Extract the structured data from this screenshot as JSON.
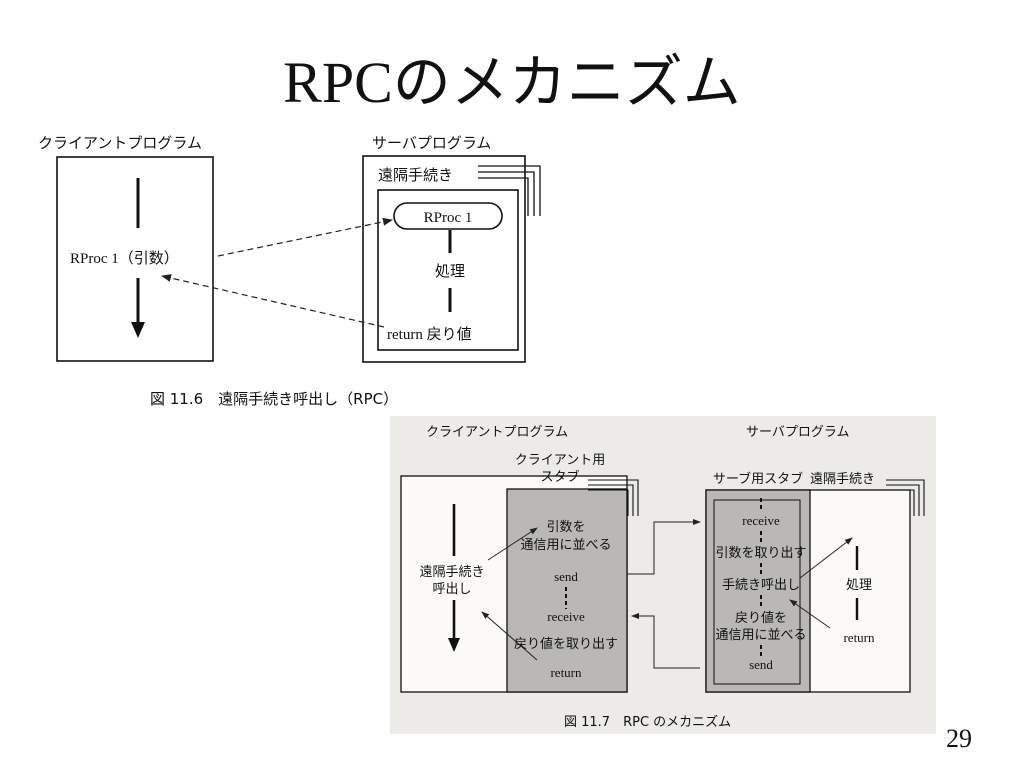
{
  "slide": {
    "title": "RPCのメカニズム",
    "page_number": "29"
  },
  "figure1": {
    "client_label": "クライアントプログラム",
    "server_label": "サーバプログラム",
    "client_call": "RProc 1（引数）",
    "remote_procedure_label": "遠隔手続き",
    "rproc": "RProc 1",
    "process": "処理",
    "return_value": "return 戻り値",
    "caption": "図 11.6　遠隔手続き呼出し（RPC）"
  },
  "figure2": {
    "client_label": "クライアントプログラム",
    "server_label": "サーバプログラム",
    "client_stub": [
      "クライアント用",
      "スタブ"
    ],
    "server_stub": "サーブ用スタブ",
    "remote_procedure": "遠隔手続き",
    "call_remote": [
      "遠隔手続き",
      "呼出し"
    ],
    "marshal_args": [
      "引数を",
      "通信用に並べる"
    ],
    "send": "send",
    "receive": "receive",
    "unmarshal_return": "戻り値を取り出す",
    "return": "return",
    "server_receive": "receive",
    "unmarshal_args": "引数を取り出す",
    "call_procedure": "手続き呼出し",
    "marshal_return": [
      "戻り値を",
      "通信用に並べる"
    ],
    "server_send": "send",
    "process": "処理",
    "server_return": "return",
    "caption": "図 11.7　RPC のメカニズム"
  }
}
